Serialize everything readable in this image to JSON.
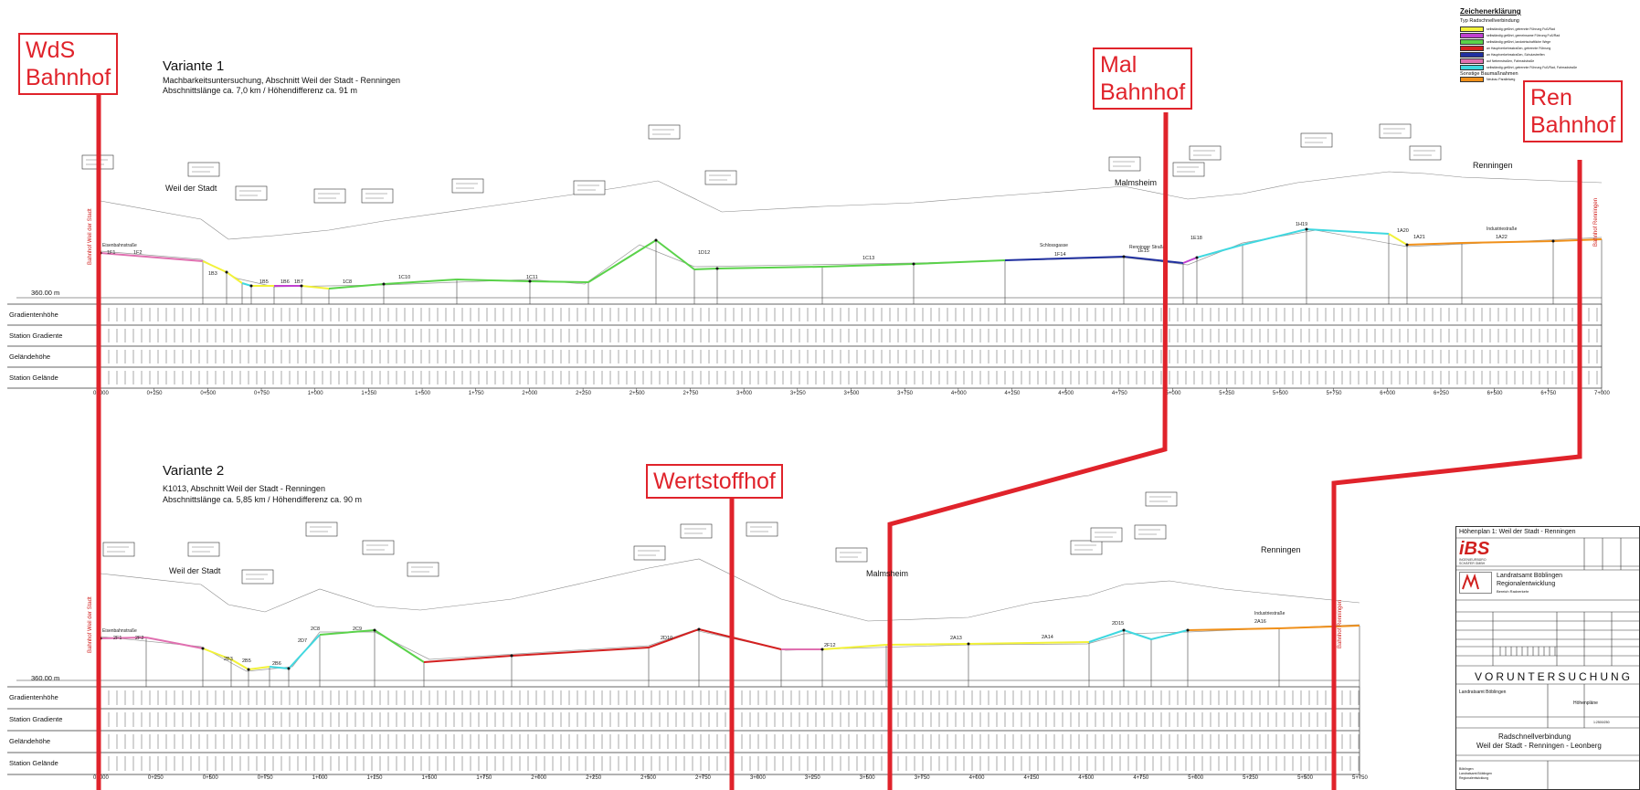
{
  "callouts": {
    "wds": "WdS\nBahnhof",
    "mal": "Mal\nBahnhof",
    "ren": "Ren\nBahnhof",
    "wertstoff": "Wertstoffhof"
  },
  "variant1": {
    "title": "Variante 1",
    "subtitle1": "Machbarkeitsuntersuchung, Abschnitt Weil der Stadt - Renningen",
    "subtitle2": "Abschnittslänge ca. 7,0 km / Höhendifferenz ca. 91 m",
    "places": [
      "Weil der Stadt",
      "Malmsheim",
      "Renningen"
    ],
    "datum": "360.00 m",
    "rows": [
      "Gradientenhöhe",
      "Station Gradiente",
      "Geländehöhe",
      "Station Gelände"
    ],
    "stations": [
      "0+000",
      "0+250",
      "0+500",
      "0+750",
      "1+000",
      "1+250",
      "1+500",
      "1+750",
      "2+000",
      "2+250",
      "2+500",
      "2+750",
      "3+000",
      "3+250",
      "3+500",
      "3+750",
      "4+000",
      "4+250",
      "4+500",
      "4+750",
      "5+000",
      "5+250",
      "5+500",
      "5+750",
      "6+000",
      "6+250",
      "6+500",
      "6+750",
      "7+000"
    ],
    "segments": [
      "1F1",
      "1F2",
      "1B3",
      "1B5",
      "1B6",
      "1B7",
      "1C8",
      "1C10",
      "1C11",
      "1D12",
      "1C13",
      "1F14",
      "1E15",
      "1E18",
      "1H19",
      "1A20",
      "1A21",
      "1A22"
    ],
    "labels": [
      "Eisenbahnstraße",
      "Schlossgasse",
      "Renninger Straße",
      "Industriestraße",
      "Bahnhof Weil der Stadt",
      "Bahnhof Renningen"
    ]
  },
  "variant2": {
    "title": "Variante 2",
    "subtitle1": "K1013, Abschnitt Weil der Stadt - Renningen",
    "subtitle2": "Abschnittslänge ca. 5,85 km / Höhendifferenz ca. 90 m",
    "places": [
      "Weil der Stadt",
      "Malmsheim",
      "Renningen"
    ],
    "datum": "360.00 m",
    "rows": [
      "Gradientenhöhe",
      "Station Gradiente",
      "Geländehöhe",
      "Station Gelände"
    ],
    "stations": [
      "0+000",
      "0+250",
      "0+500",
      "0+750",
      "1+000",
      "1+250",
      "1+500",
      "1+750",
      "2+000",
      "2+250",
      "2+500",
      "2+750",
      "3+000",
      "3+250",
      "3+500",
      "3+750",
      "4+000",
      "4+250",
      "4+500",
      "4+750",
      "5+000",
      "5+250",
      "5+500",
      "5+750"
    ],
    "segments": [
      "2F1",
      "2F2",
      "2B3",
      "2B5",
      "2B6",
      "2D7",
      "2C8",
      "2C9",
      "2D10",
      "2F12",
      "2A13",
      "2A14",
      "2D15",
      "2A16"
    ],
    "labels": [
      "Eisenbahnstraße",
      "Industriestraße",
      "Bahnhof Weil der Stadt",
      "Bahnhof Renningen"
    ]
  },
  "legend": {
    "title": "Zeichenerklärung",
    "subtitle": "Typ Radschnellverbindung",
    "other": "Sonstige Baumaßnahmen",
    "items": [
      {
        "color": "#f2f23a",
        "text": "selbständig geführt, getrennte Führung Fuß/Rad"
      },
      {
        "color": "#c040d0",
        "text": "selbständig geführt, gemeinsame Führung Fuß/Rad"
      },
      {
        "color": "#5ad24a",
        "text": "selbständig geführt, landwirtschaftliche Wege"
      },
      {
        "color": "#d32020",
        "text": "an Hauptverkehrsstraßen, getrennte Führung"
      },
      {
        "color": "#2030a0",
        "text": "an Hauptverkehrsstraßen, Schutzstreifen"
      },
      {
        "color": "#e070b0",
        "text": "auf Nebenstraßen, Fahrradstraße"
      },
      {
        "color": "#40d8e0",
        "text": "selbständig geführt, getrennte Führung Fuß/Rad, Fahrradstraße"
      }
    ],
    "other_item": {
      "color": "#f0901a",
      "text": "Neubau Parallelweg"
    }
  },
  "titleblock": {
    "heading": "Höhenplan 1: Weil der Stadt - Renningen",
    "company": "iBS",
    "company_sub": "INGENIEURBÜRO SCHÄFER GMBH",
    "client1": "Landratsamt Böblingen",
    "client2": "Regionalentwicklung",
    "client3": "Bereich Radverkehr",
    "stage": "VORUNTERSUCHUNG",
    "client_short": "Landratsamt Böblingen",
    "plan": "Höhenpläne",
    "scale": "1:2500/250",
    "project1": "Radschnellverbindung",
    "project2": "Weil der Stadt - Renningen - Leonberg",
    "bottom1": "Böblingen",
    "bottom2": "Landratsamt Böblingen",
    "bottom3": "Regionalentwicklung"
  }
}
